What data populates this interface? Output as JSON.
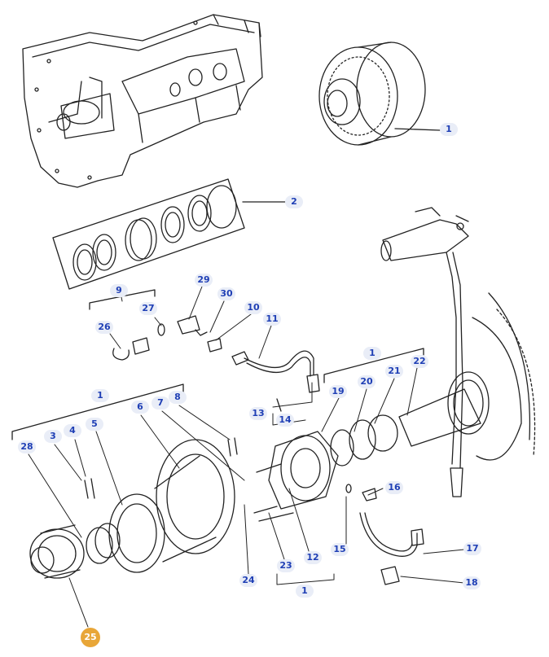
{
  "diagram": {
    "callouts": [
      {
        "id": "c1a",
        "label": "1"
      },
      {
        "id": "c2",
        "label": "2"
      },
      {
        "id": "c9",
        "label": "9"
      },
      {
        "id": "c26",
        "label": "26"
      },
      {
        "id": "c27",
        "label": "27"
      },
      {
        "id": "c29",
        "label": "29"
      },
      {
        "id": "c30",
        "label": "30"
      },
      {
        "id": "c10",
        "label": "10"
      },
      {
        "id": "c11",
        "label": "11"
      },
      {
        "id": "c1b",
        "label": "1"
      },
      {
        "id": "c22",
        "label": "22"
      },
      {
        "id": "c21",
        "label": "21"
      },
      {
        "id": "c20",
        "label": "20"
      },
      {
        "id": "c19",
        "label": "19"
      },
      {
        "id": "c13",
        "label": "13"
      },
      {
        "id": "c14",
        "label": "14"
      },
      {
        "id": "c1c",
        "label": "1"
      },
      {
        "id": "c6",
        "label": "6"
      },
      {
        "id": "c7",
        "label": "7"
      },
      {
        "id": "c8",
        "label": "8"
      },
      {
        "id": "c3",
        "label": "3"
      },
      {
        "id": "c4",
        "label": "4"
      },
      {
        "id": "c5",
        "label": "5"
      },
      {
        "id": "c28",
        "label": "28"
      },
      {
        "id": "c16",
        "label": "16"
      },
      {
        "id": "c17",
        "label": "17"
      },
      {
        "id": "c18",
        "label": "18"
      },
      {
        "id": "c15",
        "label": "15"
      },
      {
        "id": "c12",
        "label": "12"
      },
      {
        "id": "c23",
        "label": "23"
      },
      {
        "id": "c24",
        "label": "24"
      },
      {
        "id": "c1d",
        "label": "1"
      },
      {
        "id": "c25",
        "label": "25",
        "selected": true
      }
    ],
    "colors": {
      "line": "#222222",
      "callout_fill": "#e9edf7",
      "callout_text": "#1f3fb5",
      "selected_fill": "#e8a638",
      "selected_text": "#ffffff"
    }
  }
}
